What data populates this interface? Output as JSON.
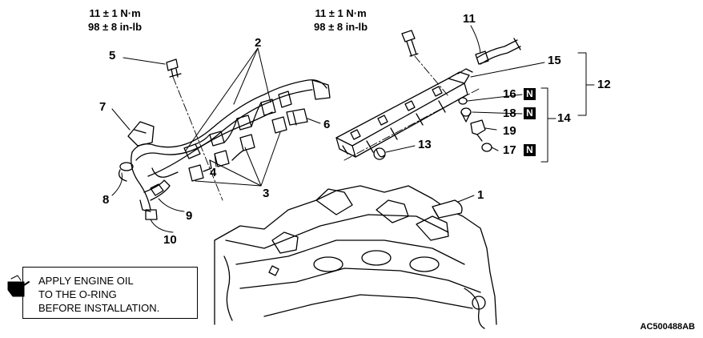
{
  "torque_left": {
    "line1": "11 ± 1 N·m",
    "line2": "98 ± 8 in-lb"
  },
  "torque_right": {
    "line1": "11 ± 1 N·m",
    "line2": "98 ± 8 in-lb"
  },
  "labels": {
    "l1": "1",
    "l2": "2",
    "l3": "3",
    "l4": "4",
    "l5": "5",
    "l6": "6",
    "l7": "7",
    "l8": "8",
    "l9": "9",
    "l10": "10",
    "l11": "11",
    "l12": "12",
    "l13": "13",
    "l14": "14",
    "l15": "15",
    "l16": "16",
    "l17": "17",
    "l18": "18",
    "l19": "19"
  },
  "badge": "N",
  "note": {
    "line1": "APPLY ENGINE OIL",
    "line2": "TO THE O-RING",
    "line3": "BEFORE INSTALLATION."
  },
  "doc_id": "AC500488AB"
}
